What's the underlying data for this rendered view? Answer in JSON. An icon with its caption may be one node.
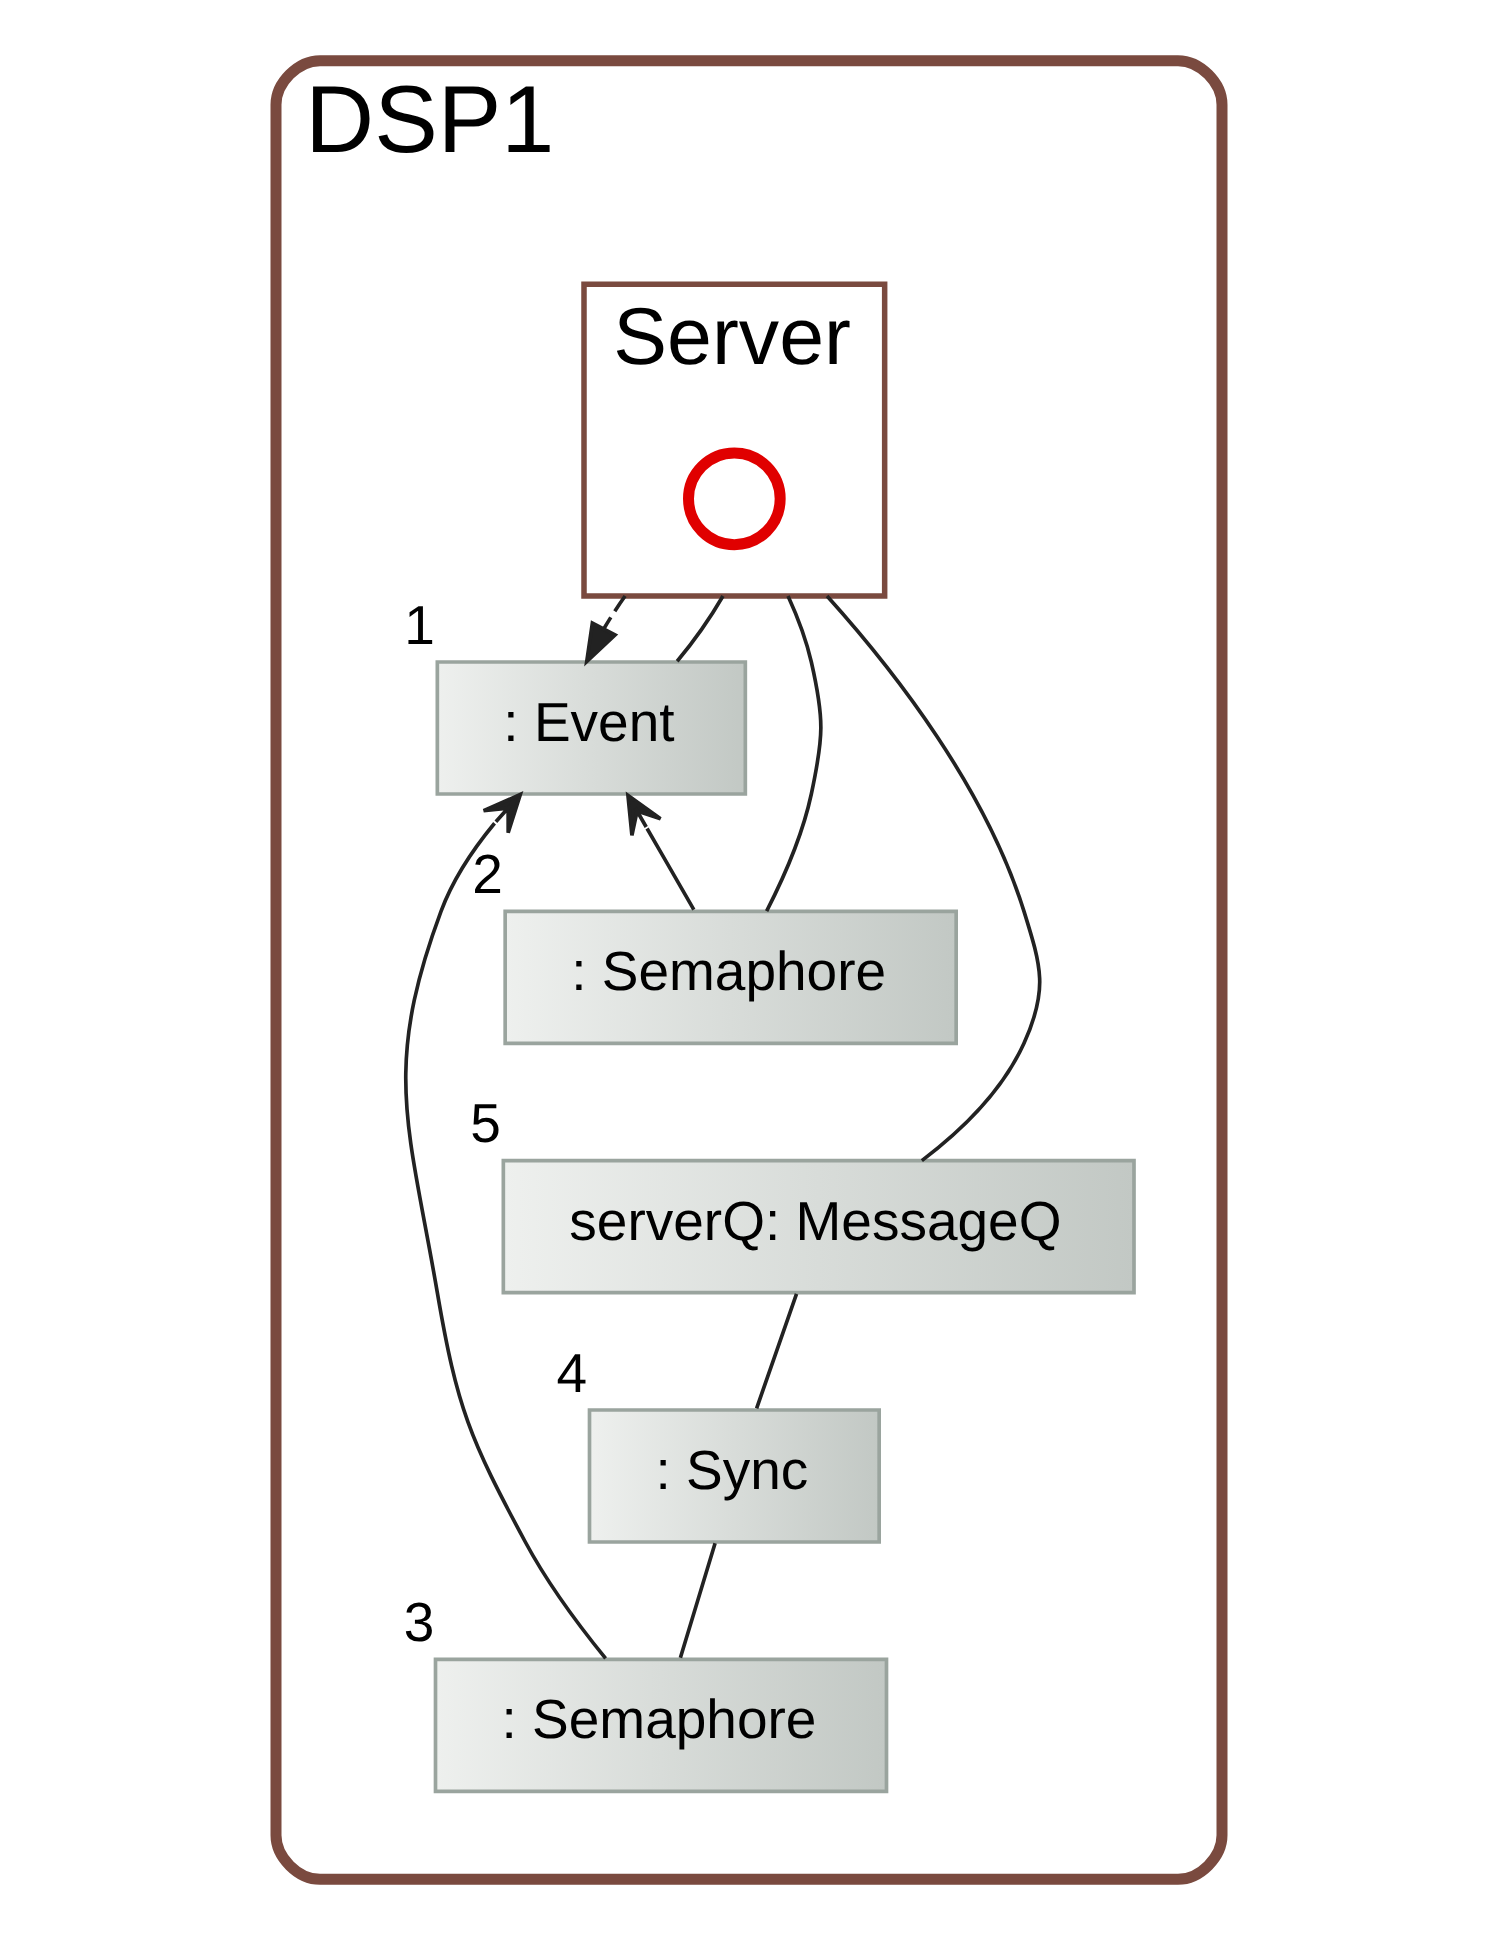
{
  "diagram": {
    "nodes": [
      {
        "text": [
          "DSP1"
        ]
      },
      {
        "text": [
          "Server"
        ],
        "in": 0
      },
      {
        "text": [],
        "shape": "circle",
        "in": 1
      },
      {
        "text": [
          ": Event"
        ],
        "in": 0,
        "beside": [
          "1"
        ]
      },
      {
        "text": [
          ": Semaphore"
        ],
        "in": 0,
        "beside": [
          "2"
        ]
      },
      {
        "text": [
          "serverQ: MessageQ"
        ],
        "in": 0,
        "beside": [
          "5"
        ]
      },
      {
        "text": [
          ": Sync"
        ],
        "in": 0,
        "beside": [
          "4"
        ]
      },
      {
        "text": [
          ": Semaphore"
        ],
        "in": 0,
        "beside": [
          "3"
        ]
      }
    ],
    "edges": [
      {
        "from": 1,
        "to": 3,
        "arrow": "to",
        "style": "dashed"
      },
      {
        "from": 1,
        "to": 3,
        "arrow": "none"
      },
      {
        "from": 1,
        "to": 4,
        "arrow": "none"
      },
      {
        "from": 1,
        "to": 5,
        "arrow": "none"
      },
      {
        "from": 4,
        "to": 3,
        "arrow": "to"
      },
      {
        "from": 5,
        "to": 6,
        "arrow": "none"
      },
      {
        "from": 6,
        "to": 7,
        "arrow": "none"
      },
      {
        "from": 7,
        "to": 3,
        "arrow": "to"
      }
    ]
  }
}
